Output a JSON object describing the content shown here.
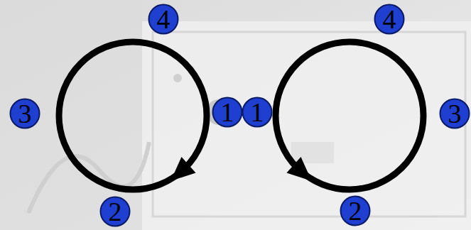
{
  "diagram": {
    "nodes": [
      {
        "text": [
          "4"
        ]
      },
      {
        "text": [
          "4"
        ]
      },
      {
        "text": [
          "3"
        ]
      },
      {
        "text": [
          "1"
        ]
      },
      {
        "text": [
          "1"
        ]
      },
      {
        "text": [
          "3"
        ]
      },
      {
        "text": [
          "2"
        ]
      },
      {
        "text": [
          "2"
        ]
      }
    ]
  }
}
